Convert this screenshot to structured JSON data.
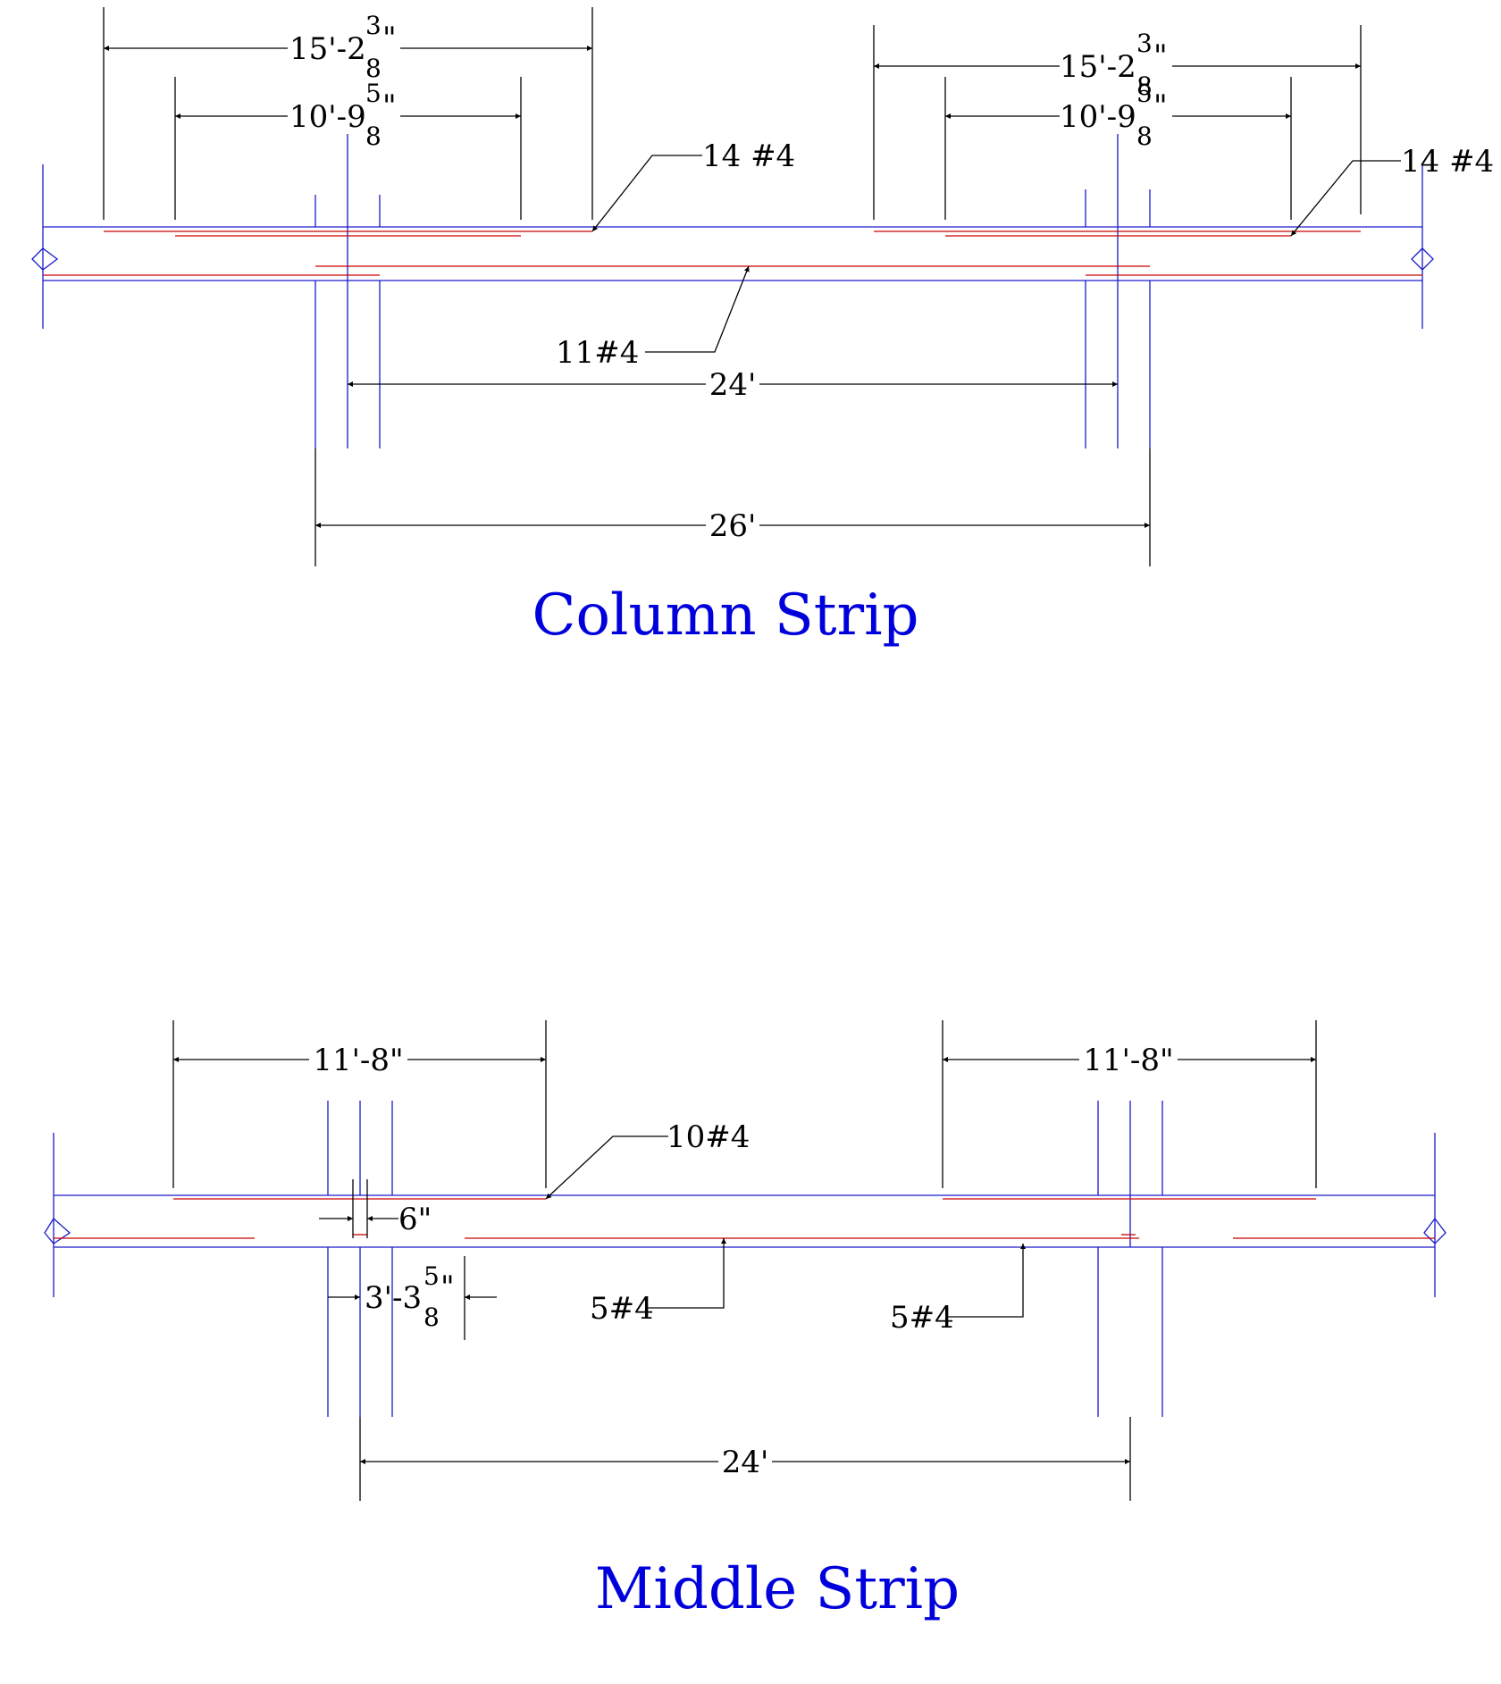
{
  "colors": {
    "slab": "#1a1acc",
    "rebar": "#cc0000",
    "dimension": "#000000",
    "title": "#0000dd"
  },
  "column_strip": {
    "title": "Column Strip",
    "top_bar_length_whole": "15'-2",
    "top_bar_length_frac_num": "3",
    "top_bar_length_frac_den": "8",
    "top_bar_length_inch": "\"",
    "inner_length_whole": "10'-9",
    "inner_length_frac_num": "5",
    "inner_length_frac_den": "8",
    "inner_length_inch": "\"",
    "top_bar_label": "14 #4",
    "bottom_bar_label": "11#4",
    "span_dimension": "24'",
    "bottom_bar_dimension": "26'"
  },
  "middle_strip": {
    "title": "Middle Strip",
    "top_bar_length": "11'-8\"",
    "top_bar_label": "10#4",
    "offset_dimension": "6\"",
    "extension_whole": "3'-3",
    "extension_frac_num": "5",
    "extension_frac_den": "8",
    "extension_inch": "\"",
    "bottom_bar_label_1": "5#4",
    "bottom_bar_label_2": "5#4",
    "span_dimension": "24'"
  }
}
